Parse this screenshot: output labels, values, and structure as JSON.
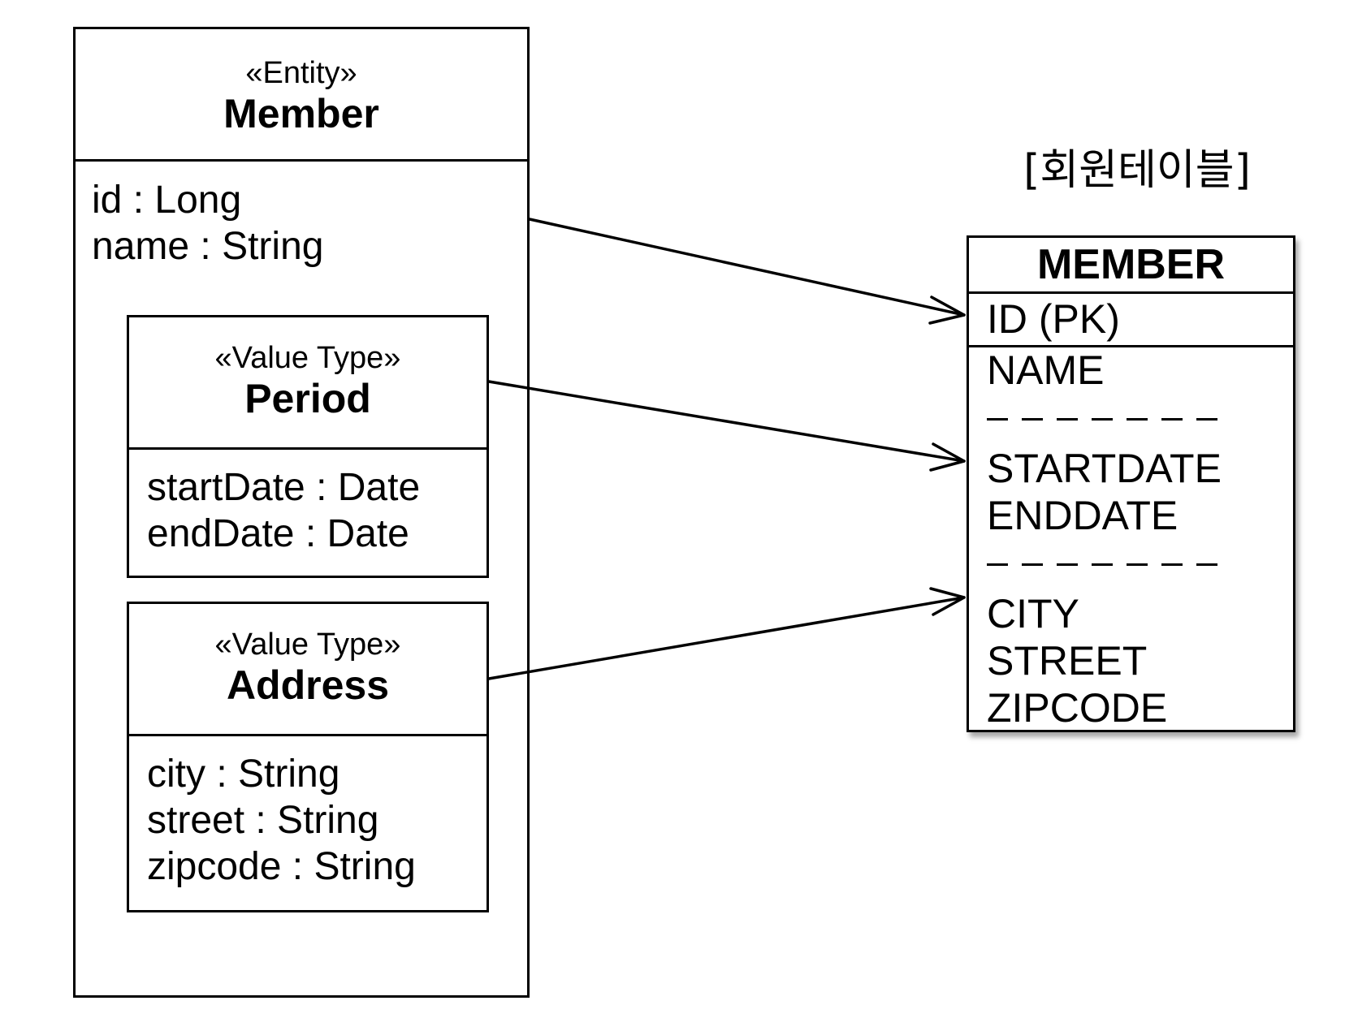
{
  "member_entity": {
    "stereotype": "«Entity»",
    "name": "Member",
    "attributes": [
      "id : Long",
      "name : String"
    ]
  },
  "period": {
    "stereotype": "«Value Type»",
    "name": "Period",
    "attributes": [
      "startDate : Date",
      "endDate : Date"
    ]
  },
  "address": {
    "stereotype": "«Value Type»",
    "name": "Address",
    "attributes": [
      "city : String",
      "street : String",
      "zipcode : String"
    ]
  },
  "table": {
    "title": "[회원테이블]",
    "name": "MEMBER",
    "pk": "ID (PK)",
    "columns": [
      "NAME",
      "STARTDATE",
      "ENDDATE",
      "CITY",
      "STREET",
      "ZIPCODE"
    ]
  }
}
